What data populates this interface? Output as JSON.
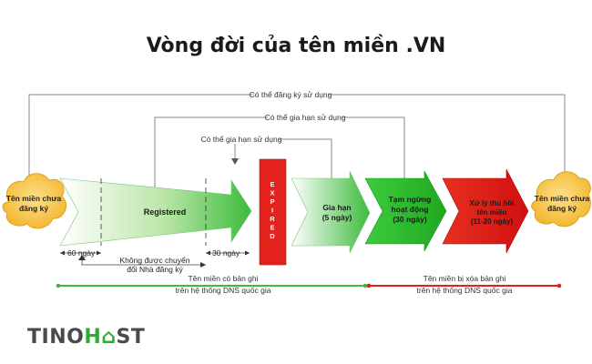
{
  "title": "Vòng đời của tên miền .VN",
  "stages": {
    "unregistered_left": [
      "Tên miền chưa",
      "đăng ký"
    ],
    "registered": "Registered",
    "expired": "EXPIRED",
    "renewal": [
      "Gia hạn",
      "(5 ngày)"
    ],
    "suspended": [
      "Tạm ngừng",
      "hoạt động",
      "(30 ngày)"
    ],
    "recovery": [
      "Xử lý thu hồi",
      "tên miền",
      "(11-20 ngày)"
    ],
    "unregistered_right": [
      "Tên miền chưa",
      "đăng ký"
    ]
  },
  "loops": {
    "can_register": "Có thể đăng ký sử dụng",
    "can_renew_outer": "Có thể gia hạn sử dụng",
    "can_renew_inner": "Có thể gia hạn sử dụng"
  },
  "timeline": {
    "first_60_days": "60 ngày",
    "no_transfer": [
      "Không được chuyển",
      "đổi Nhà đăng ký"
    ],
    "last_30_days": "30 ngày"
  },
  "dns": {
    "with_record": [
      "Tên miền có bản ghi",
      "trên hệ thống DNS quốc gia"
    ],
    "record_removed": [
      "Tên miền bị xóa bản ghi",
      "trên hệ thống DNS quốc gia"
    ]
  },
  "logo": {
    "part1": "TINO",
    "part2": "H",
    "part3": "ST"
  },
  "colors": {
    "green": "#3fba3f",
    "red": "#e0201b",
    "orange": "#f5a800",
    "cloud": "#f6c53d"
  }
}
